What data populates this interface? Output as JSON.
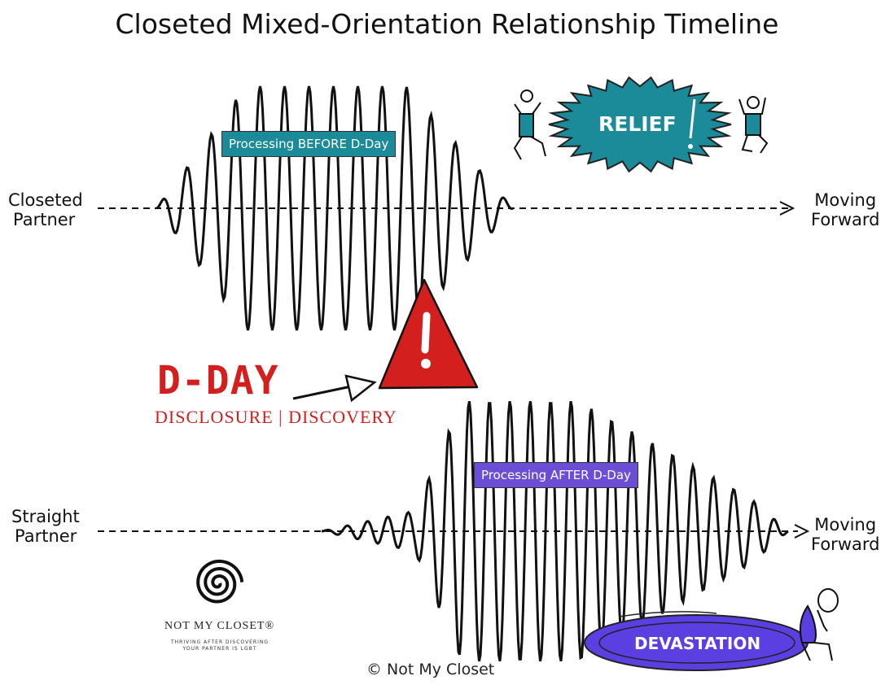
{
  "title": "Closeted Mixed-Orientation Relationship Timeline",
  "closeted_label_1": "Closeted",
  "closeted_label_2": "Partner",
  "straight_label_1": "Straight",
  "straight_label_2": "Partner",
  "moving_top_1": "Moving",
  "moving_top_2": "Forward",
  "moving_bottom_1": "Moving",
  "moving_bottom_2": "Forward",
  "processing_before": "Processing BEFORE D-Day",
  "processing_after": "Processing AFTER D-Day",
  "dday_title": "D-DAY",
  "dday_subtitle": "DISCLOSURE | DISCOVERY",
  "relief": "RELIEF",
  "devastation": "DEVASTATION",
  "logo_name": "NOT MY CLOSET®",
  "logo_tagline": "THRIVING AFTER DISCOVERING YOUR PARTNER IS LGBT",
  "copyright": "© Not My Closet",
  "colors": {
    "teal": "#1b8a99",
    "purple": "#6a4fd6",
    "red": "#d41f1f",
    "ink": "#111111"
  }
}
